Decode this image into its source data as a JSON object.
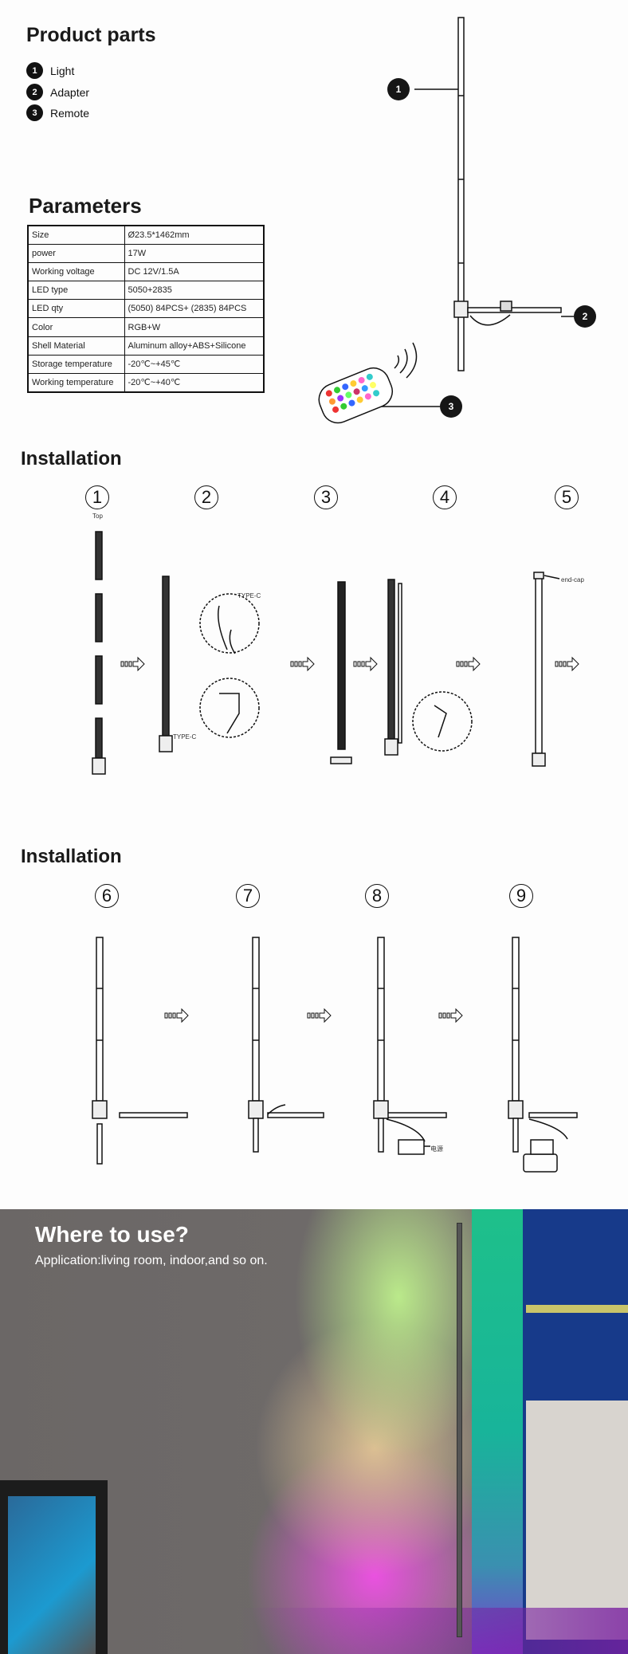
{
  "product_parts": {
    "title": "Product parts",
    "items": [
      {
        "num": "1",
        "label": "Light"
      },
      {
        "num": "2",
        "label": "Adapter"
      },
      {
        "num": "3",
        "label": "Remote"
      }
    ]
  },
  "parameters": {
    "title": "Parameters",
    "rows": [
      [
        "Size",
        "Ø23.5*1462mm"
      ],
      [
        "power",
        "17W"
      ],
      [
        "Working voltage",
        "DC 12V/1.5A"
      ],
      [
        "LED type",
        "5050+2835"
      ],
      [
        "LED qty",
        "(5050) 84PCS+ (2835) 84PCS"
      ],
      [
        "Color",
        "RGB+W"
      ],
      [
        "Shell Material",
        "Aluminum alloy+ABS+Silicone"
      ],
      [
        "Storage temperature",
        "-20℃~+45℃"
      ],
      [
        "Working temperature",
        "-20℃~+40℃"
      ]
    ]
  },
  "callouts": [
    "1",
    "2",
    "3"
  ],
  "installation_1": {
    "title": "Installation",
    "steps": [
      "1",
      "2",
      "3",
      "4",
      "5"
    ],
    "labels": {
      "top": "Top",
      "type_c": "TYPE-C",
      "end_cap": "end-cap"
    }
  },
  "installation_2": {
    "title": "Installation",
    "steps": [
      "6",
      "7",
      "8",
      "9"
    ],
    "labels": {
      "power": "电源"
    }
  },
  "where": {
    "title": "Where to use?",
    "subtitle": "Application:living room, indoor,and so on."
  }
}
